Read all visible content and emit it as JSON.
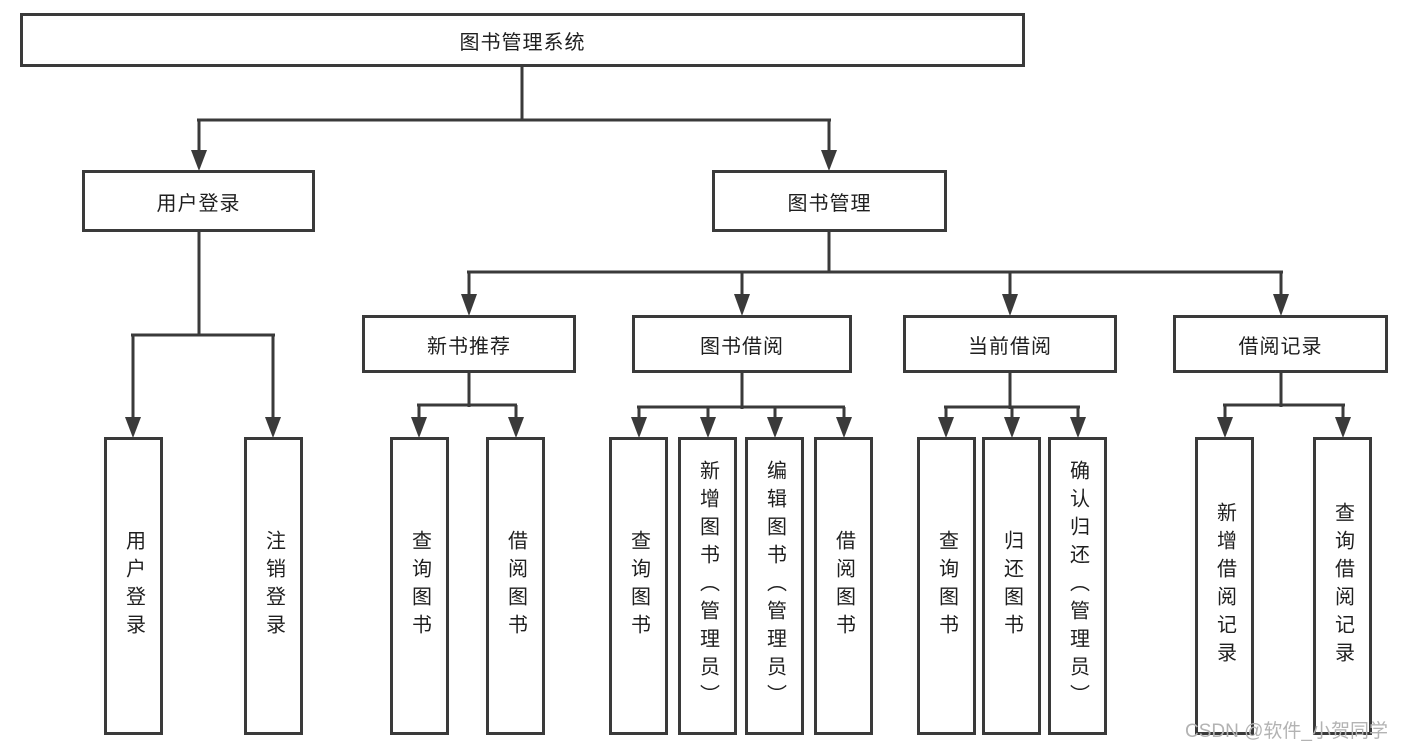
{
  "diagram": {
    "root": {
      "label": "图书管理系统"
    },
    "level2": [
      {
        "label": "用户登录"
      },
      {
        "label": "图书管理"
      }
    ],
    "level3": [
      {
        "label": "新书推荐"
      },
      {
        "label": "图书借阅"
      },
      {
        "label": "当前借阅"
      },
      {
        "label": "借阅记录"
      }
    ],
    "leaves": {
      "user_login": [
        "用户登录",
        "注销登录"
      ],
      "new_book_recommend": [
        "查询图书",
        "借阅图书"
      ],
      "book_borrow": [
        "查询图书",
        "新增图书（管理员）",
        "编辑图书（管理员）",
        "借阅图书"
      ],
      "current_borrow": [
        "查询图书",
        "归还图书",
        "确认归还（管理员）"
      ],
      "borrow_records": [
        "新增借阅记录",
        "查询借阅记录"
      ]
    }
  },
  "watermark": {
    "text": "CSDN @软件_小贺同学"
  },
  "colors": {
    "line": "#3a3a3a",
    "text": "#1f1f1f",
    "background": "#ffffff",
    "watermark": "#b3b3b3"
  }
}
